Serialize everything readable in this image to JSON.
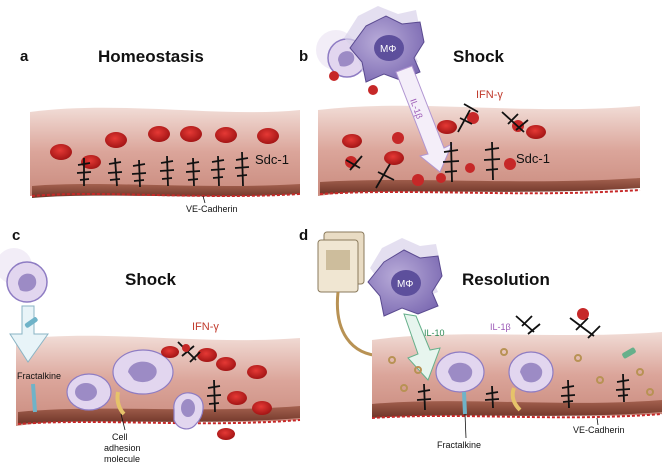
{
  "panels": {
    "a": {
      "letter": "a",
      "title": "Homeostasis",
      "sdc": "Sdc-1",
      "vecad": "VE-Cadherin"
    },
    "b": {
      "letter": "b",
      "title": "Shock",
      "ifn": "IFN-γ",
      "il1b": "IL-1β",
      "sdc": "Sdc-1",
      "mphi": "MΦ"
    },
    "c": {
      "letter": "c",
      "title": "Shock",
      "ifn": "IFN-γ",
      "fractalkine": "Fractalkine",
      "cam1": "Cell",
      "cam2": "adhesion",
      "cam3": "molecule"
    },
    "d": {
      "letter": "d",
      "title": "Resolution",
      "mphi": "MΦ",
      "il10": "IL-10",
      "il1b": "IL-1β",
      "fractalkine": "Fractalkine",
      "vecad": "VE-Cadherin"
    }
  },
  "colors": {
    "vessel": "#d9a8a0",
    "rbc": "#c62828",
    "endothelium": "#8d4a3a",
    "macrophage": "#8e7cc3",
    "neutrophil": "#ddd0ec"
  }
}
